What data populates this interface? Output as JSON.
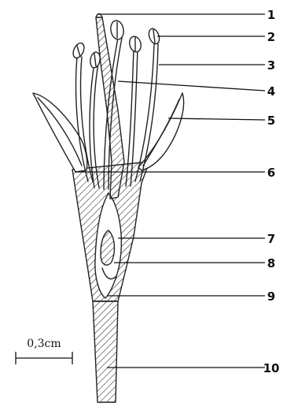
{
  "callouts": [
    {
      "label": "1"
    },
    {
      "label": "2"
    },
    {
      "label": "3"
    },
    {
      "label": "4"
    },
    {
      "label": "5"
    },
    {
      "label": "6"
    },
    {
      "label": "7"
    },
    {
      "label": "8"
    },
    {
      "label": "9"
    },
    {
      "label": "10"
    }
  ],
  "scale_bar": {
    "label": "0,3cm"
  },
  "colors": {
    "ink": "#222222",
    "background": "#ffffff"
  }
}
